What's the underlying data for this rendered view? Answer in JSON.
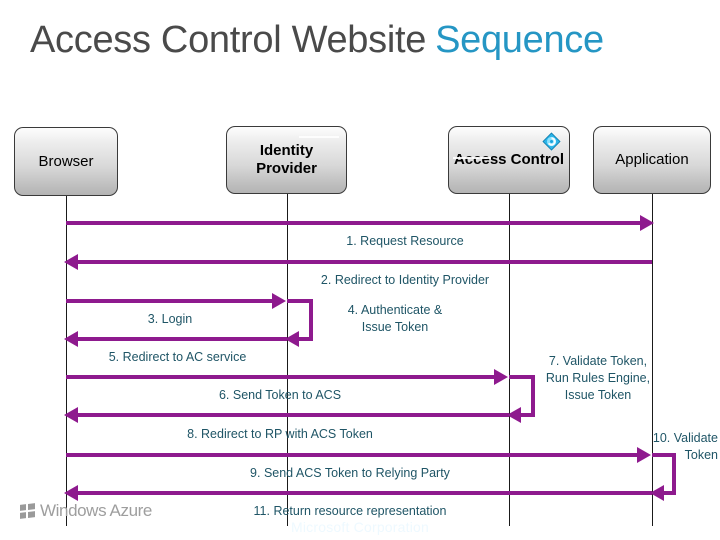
{
  "title": {
    "main": "Access Control Website",
    "accent": "Sequence"
  },
  "colors": {
    "accent_text": "#2596c4",
    "title_text": "#4a4a4a",
    "arrow": "#8e1a8e",
    "label_text": "#1f5566",
    "lifeline": "#1a1a1a",
    "box_border": "#3a3a3a",
    "brand_gray": "#9e9e9e",
    "badge_blue": "#2bb4e8"
  },
  "actors": [
    {
      "id": "browser",
      "label": "Browser",
      "icon": "none"
    },
    {
      "id": "identity-provider",
      "label": "Identity\nProvider",
      "icon": "none"
    },
    {
      "id": "access-control",
      "label": "Access\nControl",
      "icon": "azure-acs-icon"
    },
    {
      "id": "application",
      "label": "Application",
      "icon": "none"
    }
  ],
  "messages": [
    {
      "num": "1",
      "label": "1. Request Resource",
      "from": "browser",
      "to": "application",
      "kind": "arrow",
      "direction": "right"
    },
    {
      "num": "2",
      "label": "2. Redirect to Identity Provider",
      "from": "application",
      "to": "browser",
      "kind": "arrow",
      "direction": "left"
    },
    {
      "num": "3",
      "label": "3. Login",
      "from": "browser",
      "to": "identity-provider",
      "kind": "arrow",
      "direction": "right"
    },
    {
      "num": "4",
      "label": "4. Authenticate &\nIssue Token",
      "from": "identity-provider",
      "to": "identity-provider",
      "kind": "self-loop",
      "direction": "loop"
    },
    {
      "num": "5",
      "label": "5. Redirect to AC service",
      "from": "identity-provider",
      "to": "browser",
      "kind": "arrow",
      "direction": "left"
    },
    {
      "num": "6",
      "label": "6. Send Token to ACS",
      "from": "browser",
      "to": "access-control",
      "kind": "arrow",
      "direction": "right"
    },
    {
      "num": "7",
      "label": "7. Validate Token,\nRun Rules Engine,\nIssue Token",
      "from": "access-control",
      "to": "access-control",
      "kind": "self-loop",
      "direction": "loop"
    },
    {
      "num": "8",
      "label": "8. Redirect to RP with ACS Token",
      "from": "access-control",
      "to": "browser",
      "kind": "arrow",
      "direction": "left"
    },
    {
      "num": "9",
      "label": "9. Send ACS Token to Relying Party",
      "from": "browser",
      "to": "application",
      "kind": "arrow",
      "direction": "right"
    },
    {
      "num": "10",
      "label": "10. Validate\nToken",
      "from": "application",
      "to": "application",
      "kind": "self-loop",
      "direction": "loop"
    },
    {
      "num": "11",
      "label": "11. Return resource representation",
      "from": "application",
      "to": "browser",
      "kind": "arrow",
      "direction": "left"
    }
  ],
  "brand": {
    "name": "Windows Azure",
    "icon": "windows-flag-icon"
  },
  "footer": {
    "faint_caption": "Microsoft Corporation"
  }
}
